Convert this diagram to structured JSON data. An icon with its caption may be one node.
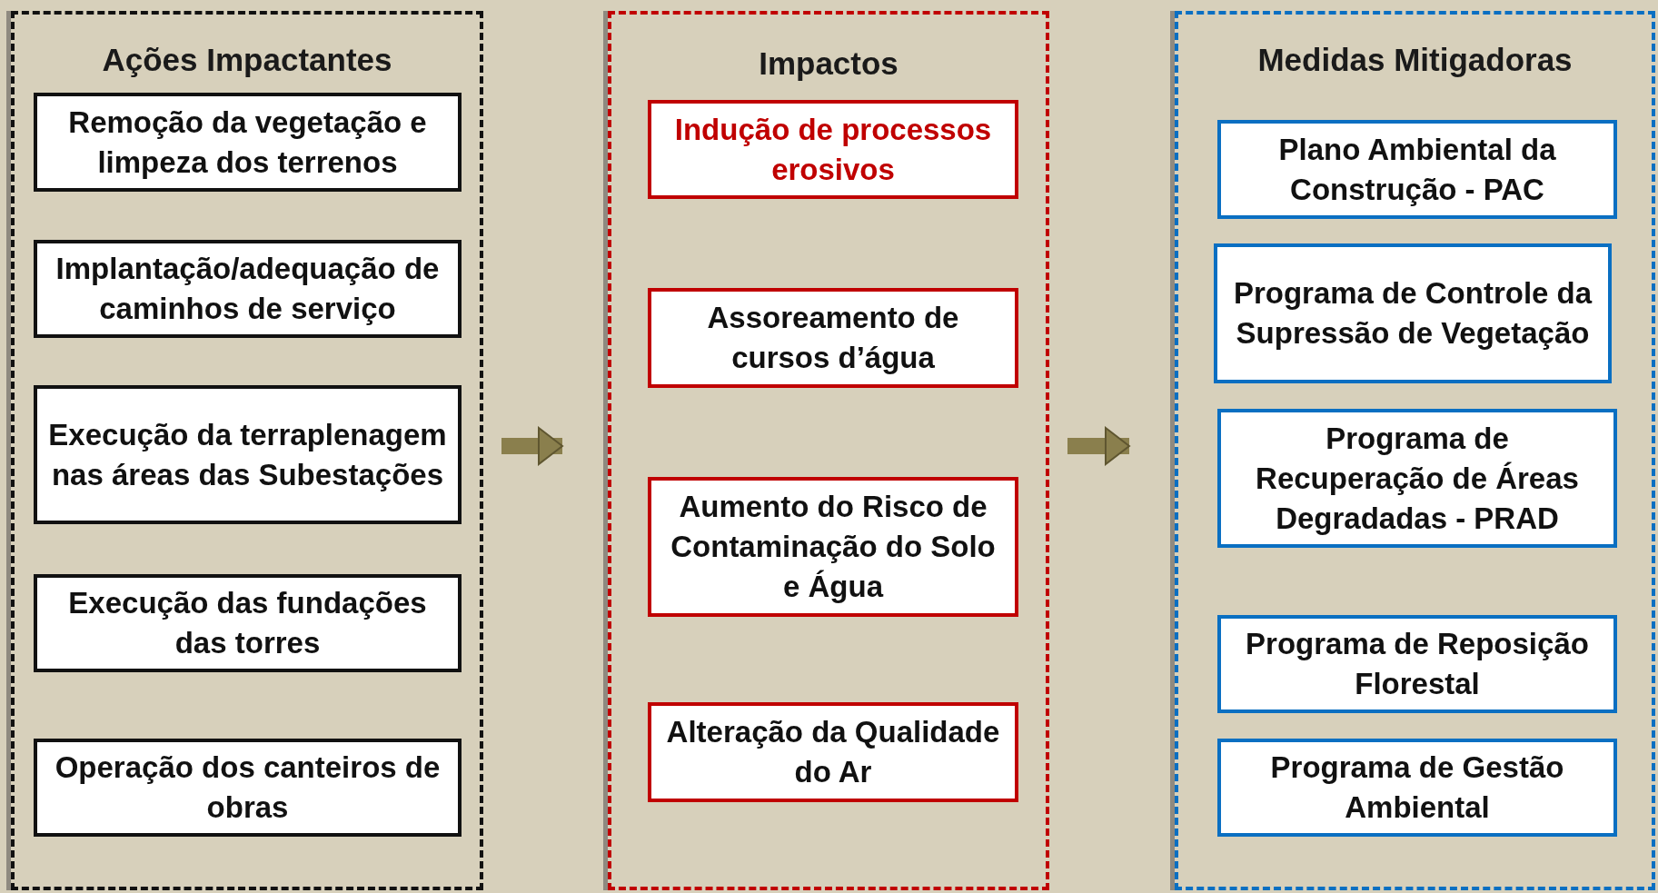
{
  "diagram": {
    "nodes": [
      {
        "text": [
          "Ações Impactantes"
        ]
      },
      {
        "text": [
          "Remoção da vegetação e limpeza dos terrenos"
        ],
        "in": 0
      },
      {
        "text": [
          "Implantação/adequação de caminhos de serviço"
        ],
        "in": 0
      },
      {
        "text": [
          "Execução da terraplenagem nas áreas das Subestações"
        ],
        "in": 0
      },
      {
        "text": [
          "Execução das fundações das torres"
        ],
        "in": 0
      },
      {
        "text": [
          "Operação dos canteiros de obras"
        ],
        "in": 0
      },
      {
        "text": [
          "Impactos"
        ]
      },
      {
        "text": [
          "Indução de processos erosivos"
        ],
        "in": 6
      },
      {
        "text": [
          "Assoreamento de cursos d’água"
        ],
        "in": 6
      },
      {
        "text": [
          "Aumento do Risco de Contaminação do Solo e Água"
        ],
        "in": 6
      },
      {
        "text": [
          "Alteração da Qualidade do Ar"
        ],
        "in": 6
      },
      {
        "text": [
          "Medidas Mitigadoras"
        ]
      },
      {
        "text": [
          "Plano Ambiental da Construção - PAC"
        ],
        "in": 11
      },
      {
        "text": [
          "Programa de Controle da Supressão de Vegetação"
        ],
        "in": 11
      },
      {
        "text": [
          "Programa de Recuperação de Áreas Degradadas - PRAD"
        ],
        "in": 11
      },
      {
        "text": [
          "Programa de Reposição Florestal"
        ],
        "in": 11
      },
      {
        "text": [
          "Programa de Gestão Ambiental"
        ],
        "in": 11
      }
    ],
    "edges": [
      {
        "from": 0,
        "to": 6,
        "arrow": "to"
      },
      {
        "from": 6,
        "to": 11,
        "arrow": "to"
      }
    ]
  }
}
